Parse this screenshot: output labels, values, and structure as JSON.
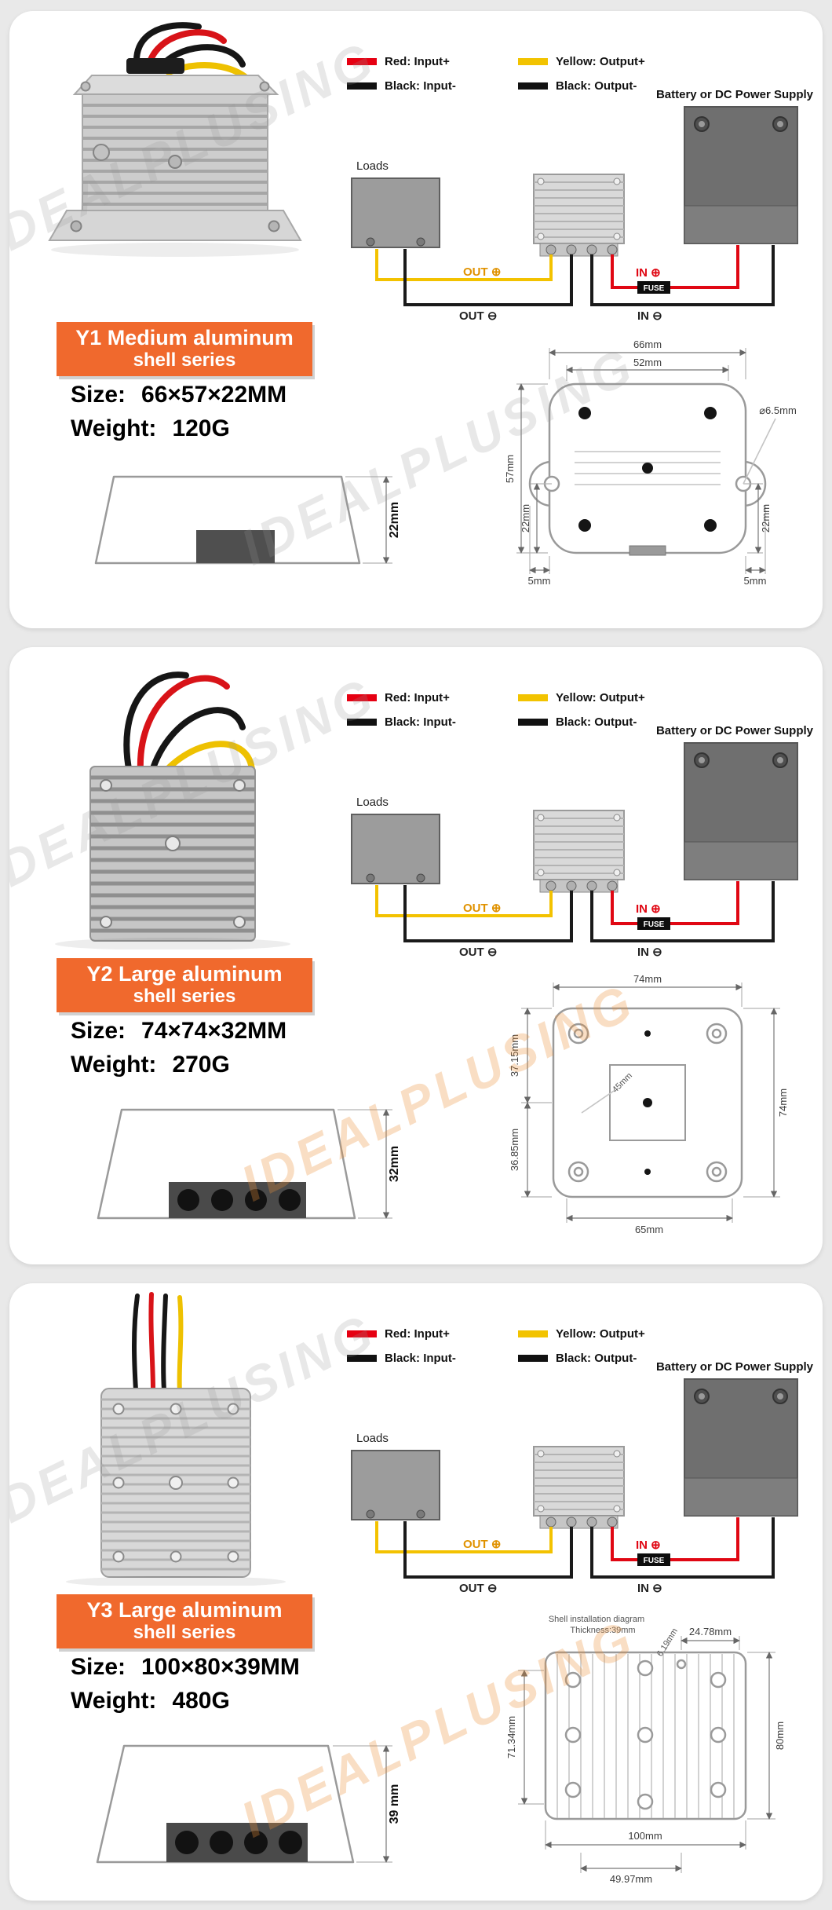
{
  "shared": {
    "watermark": "IDEALPLUSING",
    "legend": {
      "red": "Red: Input+",
      "black_in": "Black: Input-",
      "yellow": "Yellow: Output+",
      "black_out": "Black: Output-"
    },
    "battery_label": "Battery or DC Power Supply",
    "loads_label": "Loads",
    "wiring": {
      "out_plus": "OUT ⊕",
      "out_minus": "OUT ⊖",
      "in_plus": "IN ⊕",
      "in_minus": "IN ⊖",
      "fuse": "FUSE"
    },
    "size_label": "Size:",
    "weight_label": "Weight:"
  },
  "colors": {
    "accent_orange": "#f0692d",
    "wire_red": "#d81318",
    "wire_yellow": "#eec101",
    "wire_black": "#161616"
  },
  "cards": [
    {
      "series_line1": "Y1 Medium aluminum",
      "series_line2": "shell series",
      "size": "66×57×22MM",
      "weight": "120G",
      "side_height": "22mm",
      "drawing": {
        "top_outer": "66mm",
        "top_inner": "52mm",
        "left_height": "57mm",
        "left_lower": "22mm",
        "right_lower": "22mm",
        "bottom_left": "5mm",
        "bottom_right": "5mm",
        "hole": "⌀6.5mm"
      }
    },
    {
      "series_line1": "Y2 Large aluminum",
      "series_line2": "shell series",
      "size": "74×74×32MM",
      "weight": "270G",
      "side_height": "32mm",
      "drawing": {
        "top": "74mm",
        "right": "74mm",
        "left_upper": "37.15mm",
        "left_lower": "36.85mm",
        "bottom": "65mm",
        "center": "45mm"
      }
    },
    {
      "series_line1": "Y3 Large aluminum",
      "series_line2": "shell series",
      "size": "100×80×39MM",
      "weight": "480G",
      "side_height": "39 mm",
      "drawing": {
        "title1": "Shell installation diagram",
        "title2": "Thickness:39mm",
        "top_right": "24.78mm",
        "slant": "6.19mm",
        "right": "80mm",
        "left": "71.34mm",
        "bottom1": "100mm",
        "bottom2": "49.97mm"
      }
    }
  ]
}
